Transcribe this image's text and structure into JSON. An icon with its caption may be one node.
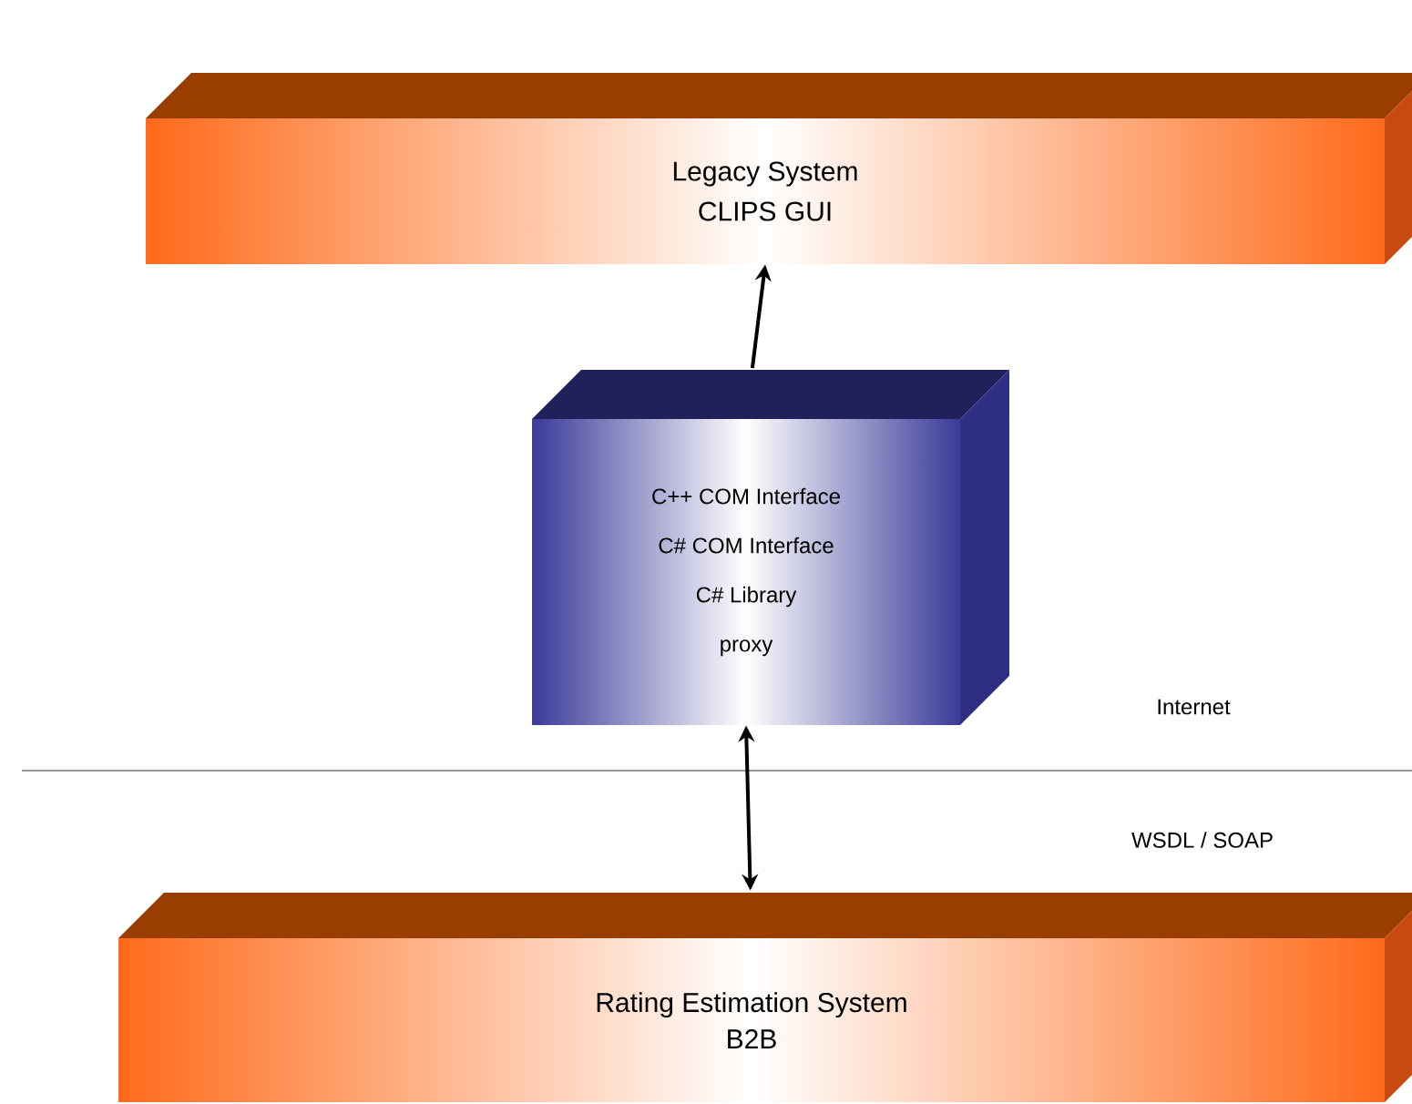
{
  "diagram": {
    "nodes": [
      {
        "text": [
          "Legacy System",
          "CLIPS GUI"
        ]
      },
      {
        "text": [
          "C++ COM Interface",
          "C# COM Interface",
          "C# Library",
          "proxy"
        ]
      },
      {
        "text": [
          "Rating Estimation System",
          "B2B"
        ]
      }
    ],
    "edges": [
      {
        "from": 1,
        "to": 0,
        "arrow": "to"
      },
      {
        "from": 1,
        "to": 2,
        "arrow": "both"
      }
    ],
    "labels": [
      "Internet",
      "WSDL / SOAP"
    ]
  }
}
